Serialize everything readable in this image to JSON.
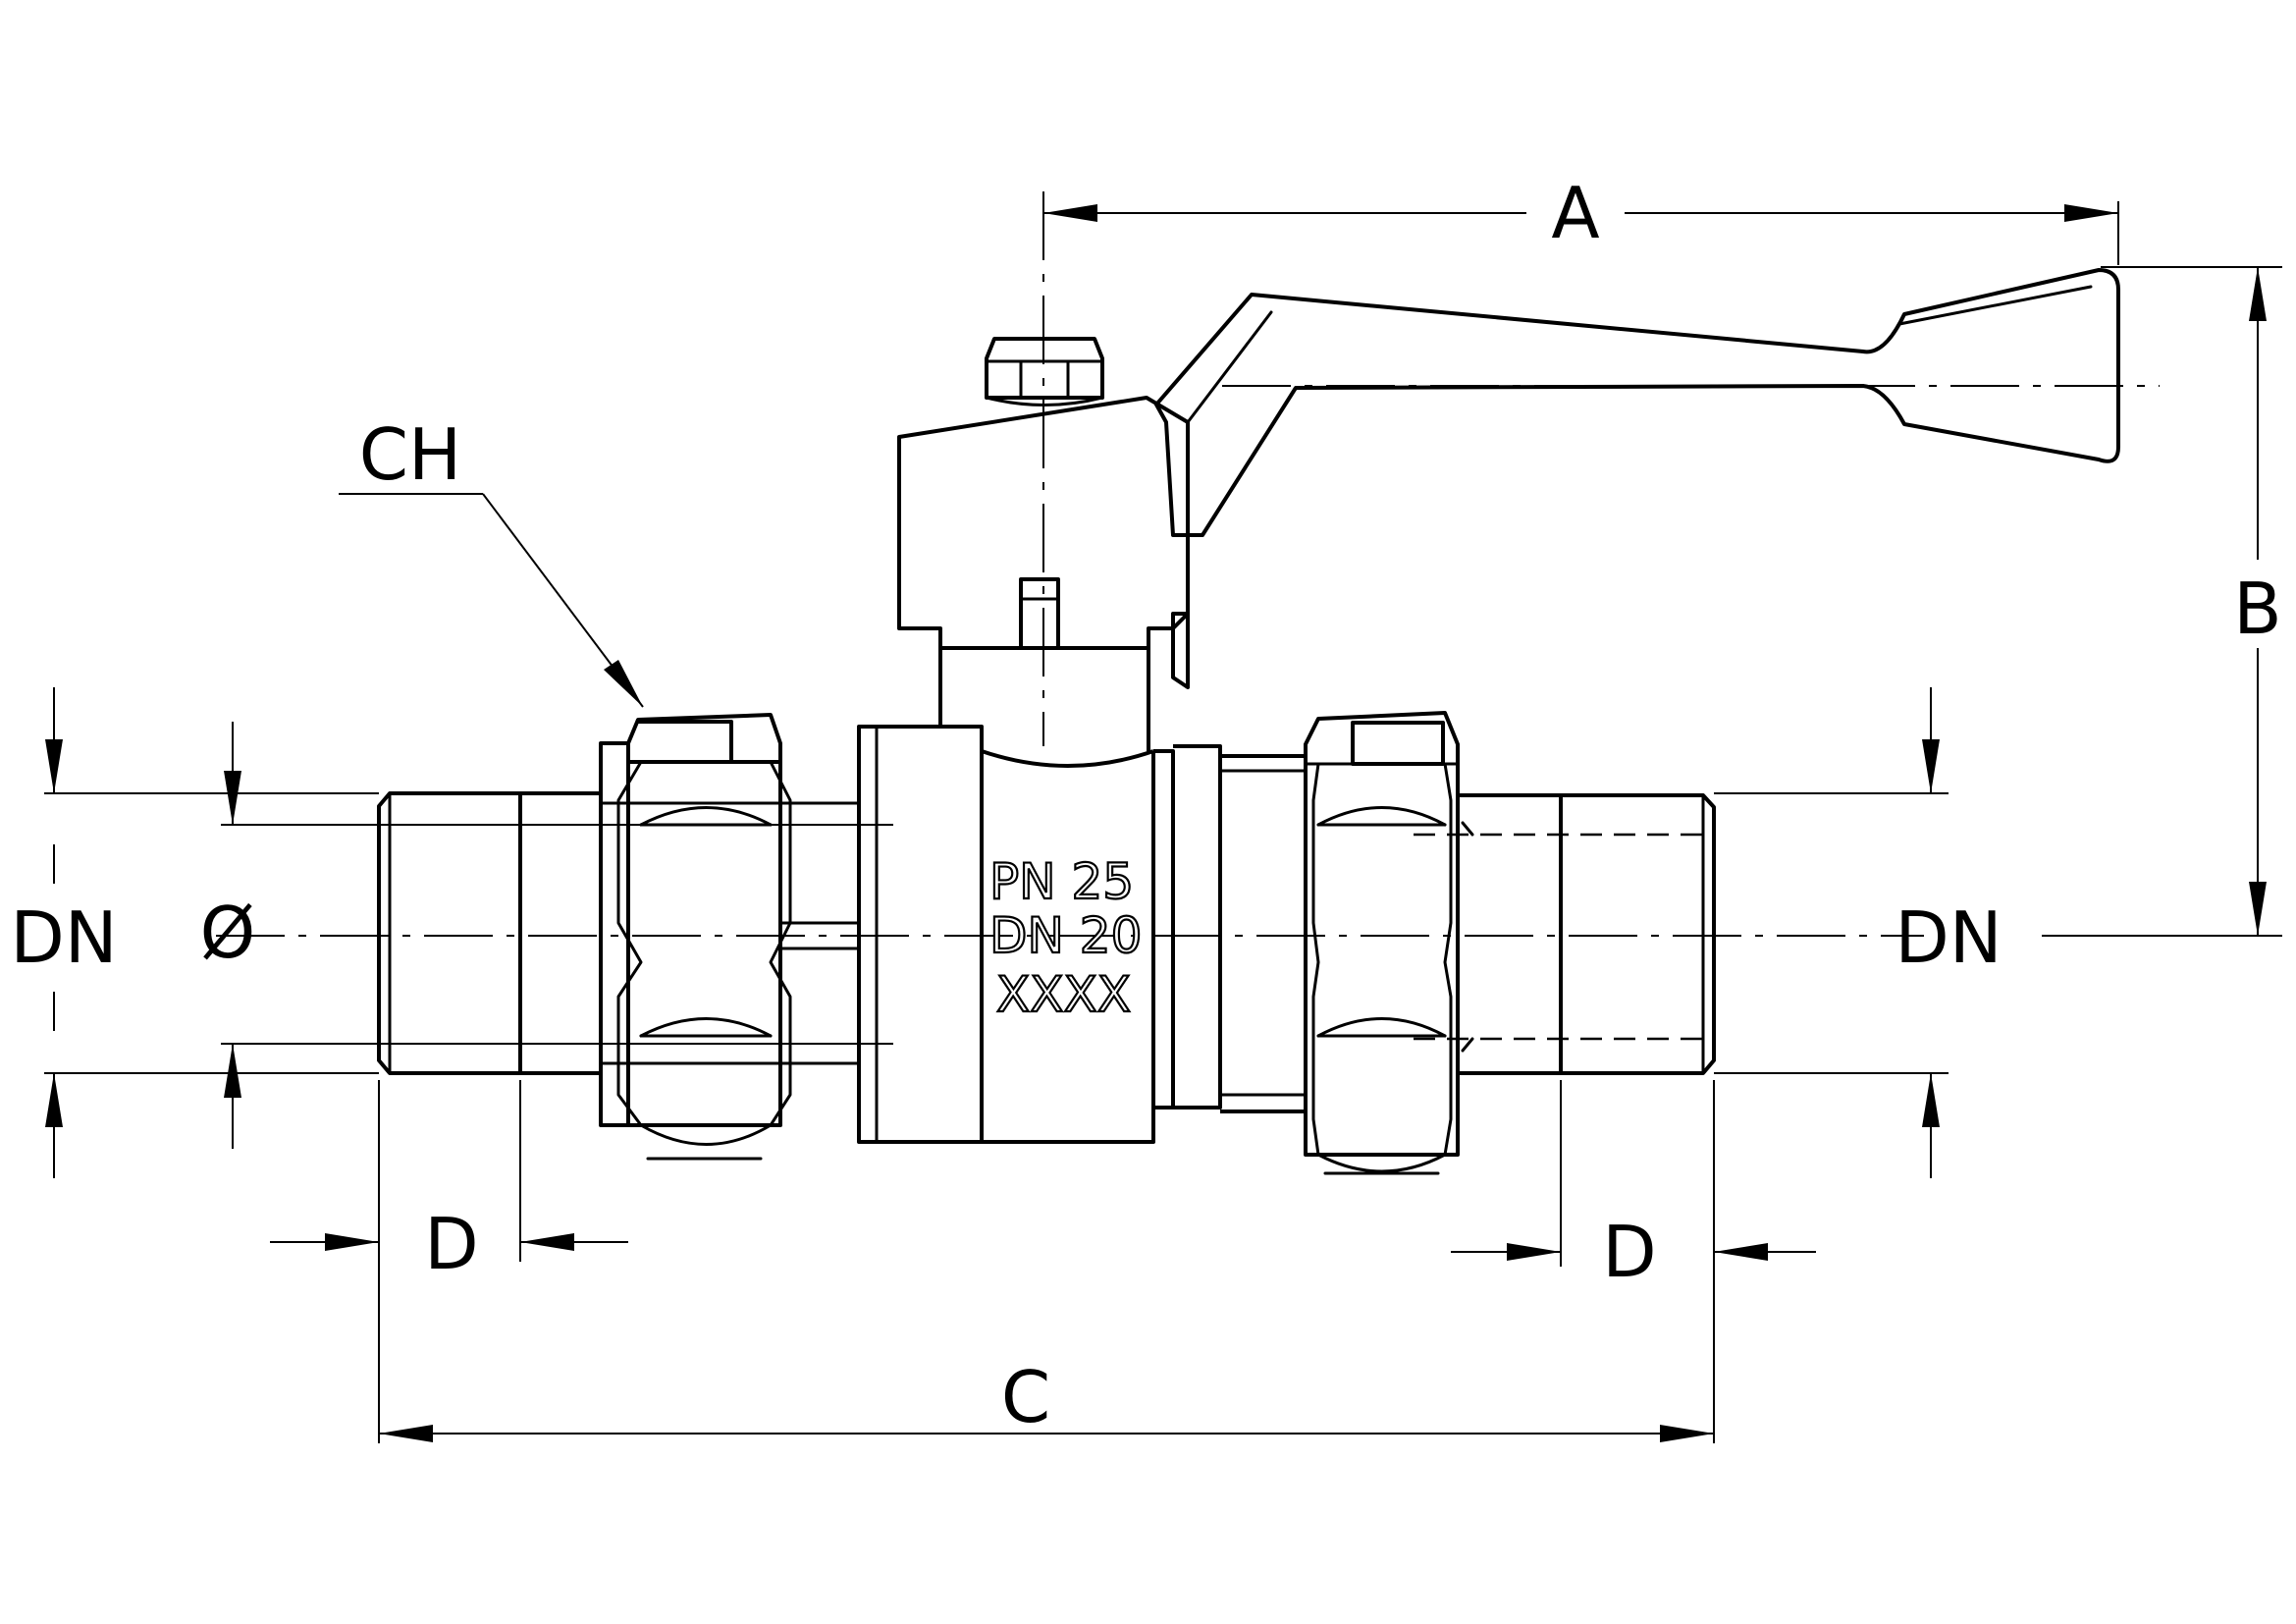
{
  "dimensions": {
    "a": "A",
    "b": "B",
    "c": "C",
    "ch": "CH",
    "d_left": "D",
    "d_right": "D",
    "dn_left": "DN",
    "dn_right": "DN",
    "diameter": "Ø"
  },
  "body_marking": {
    "line1": "PN  25",
    "line2": "DN  20",
    "line3": "XXXX"
  }
}
